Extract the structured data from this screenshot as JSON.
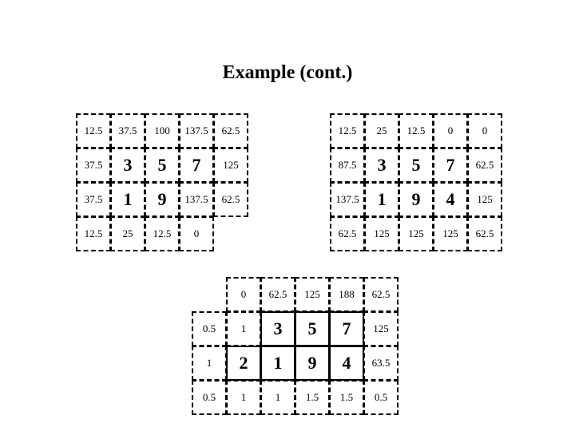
{
  "title": "Example (cont.)",
  "grid_left": {
    "rows": [
      [
        {
          "t": "12.5"
        },
        {
          "t": "37.5"
        },
        {
          "t": "100"
        },
        {
          "t": "137.5"
        },
        {
          "t": "62.5"
        }
      ],
      [
        {
          "t": "37.5"
        },
        {
          "t": "3",
          "big": true
        },
        {
          "t": "5",
          "big": true
        },
        {
          "t": "7",
          "big": true
        },
        {
          "t": "125"
        }
      ],
      [
        {
          "t": "37.5"
        },
        {
          "t": "1",
          "big": true
        },
        {
          "t": "9",
          "big": true
        },
        {
          "t": "137.5"
        },
        {
          "t": "62.5"
        }
      ],
      [
        {
          "t": "12.5"
        },
        {
          "t": "25"
        },
        {
          "t": "12.5"
        },
        {
          "t": "0"
        },
        {
          "t": "",
          "blank": true
        }
      ]
    ]
  },
  "grid_right": {
    "rows": [
      [
        {
          "t": "12.5"
        },
        {
          "t": "25"
        },
        {
          "t": "12.5"
        },
        {
          "t": "0"
        },
        {
          "t": "0"
        }
      ],
      [
        {
          "t": "87.5"
        },
        {
          "t": "3",
          "big": true
        },
        {
          "t": "5",
          "big": true
        },
        {
          "t": "7",
          "big": true
        },
        {
          "t": "62.5"
        }
      ],
      [
        {
          "t": "137.5"
        },
        {
          "t": "1",
          "big": true
        },
        {
          "t": "9",
          "big": true
        },
        {
          "t": "4",
          "big": true
        },
        {
          "t": "125"
        }
      ],
      [
        {
          "t": "62.5"
        },
        {
          "t": "125"
        },
        {
          "t": "125"
        },
        {
          "t": "125"
        },
        {
          "t": "62.5"
        }
      ]
    ]
  },
  "grid_bottom": {
    "rows": [
      [
        {
          "t": "",
          "blank": true
        },
        {
          "t": "0"
        },
        {
          "t": "62.5"
        },
        {
          "t": "125"
        },
        {
          "t": "188"
        },
        {
          "t": "62.5"
        }
      ],
      [
        {
          "t": "0.5"
        },
        {
          "t": "1"
        },
        {
          "t": "3",
          "big": true,
          "solid": true
        },
        {
          "t": "5",
          "big": true,
          "solid": true
        },
        {
          "t": "7",
          "big": true,
          "solid": true
        },
        {
          "t": "125"
        }
      ],
      [
        {
          "t": "1"
        },
        {
          "t": "2",
          "big": true,
          "solid": true
        },
        {
          "t": "1",
          "big": true,
          "solid": true
        },
        {
          "t": "9",
          "big": true,
          "solid": true
        },
        {
          "t": "4",
          "big": true,
          "solid": true
        },
        {
          "t": "63.5"
        }
      ],
      [
        {
          "t": "0.5"
        },
        {
          "t": "1"
        },
        {
          "t": "1"
        },
        {
          "t": "1.5"
        },
        {
          "t": "1.5"
        },
        {
          "t": "0.5"
        }
      ]
    ]
  }
}
